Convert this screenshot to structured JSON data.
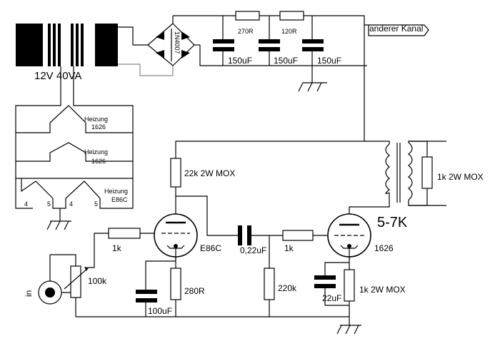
{
  "transformer": {
    "label": "12V 40VA"
  },
  "heaters": [
    {
      "label": "Heizung",
      "tube": "1626"
    },
    {
      "label": "Heizung",
      "tube": "1626"
    },
    {
      "label": "Heizung",
      "tube": "E86C"
    }
  ],
  "heater_pins": [
    "4",
    "5",
    "4",
    "5"
  ],
  "rectifier": {
    "label": "1N4007"
  },
  "supply": {
    "r1": "270R",
    "r2": "120R",
    "c1": "150uF",
    "c2": "150uF",
    "c3": "150uF",
    "other_channel": "anderer Kanal"
  },
  "input": {
    "label": "in",
    "pot": "100k",
    "grid_r": "1k"
  },
  "stage1": {
    "anode_r": "22k 2W MOX",
    "tube": "E86C",
    "cathode_r": "280R",
    "cathode_c": "100uF"
  },
  "coupling": {
    "cap": "0,22uF",
    "grid_leak": "220k",
    "grid_r": "1k"
  },
  "stage2": {
    "tube": "1626",
    "cathode_c": "22uF",
    "cathode_r": "1k 2W MOX"
  },
  "output": {
    "impedance": "5-7K",
    "load_r": "1k 2W MOX"
  }
}
